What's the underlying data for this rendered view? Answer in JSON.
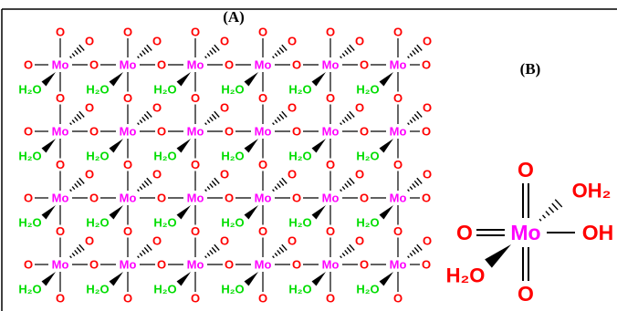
{
  "panels": {
    "a": {
      "label": "(A)"
    },
    "b": {
      "label": "(B)"
    }
  },
  "atoms": {
    "metal": "Mo",
    "oxygen": "O",
    "water": "H₂O",
    "water_alt": "OH₂",
    "hydroxyl": "OH"
  },
  "lattice": {
    "rows": 4,
    "cols": 6
  },
  "colors": {
    "metal": "#ff00ff",
    "oxygen": "#ff0000",
    "water": "#00dd00",
    "bond": "#000000",
    "frame": "#000000"
  }
}
